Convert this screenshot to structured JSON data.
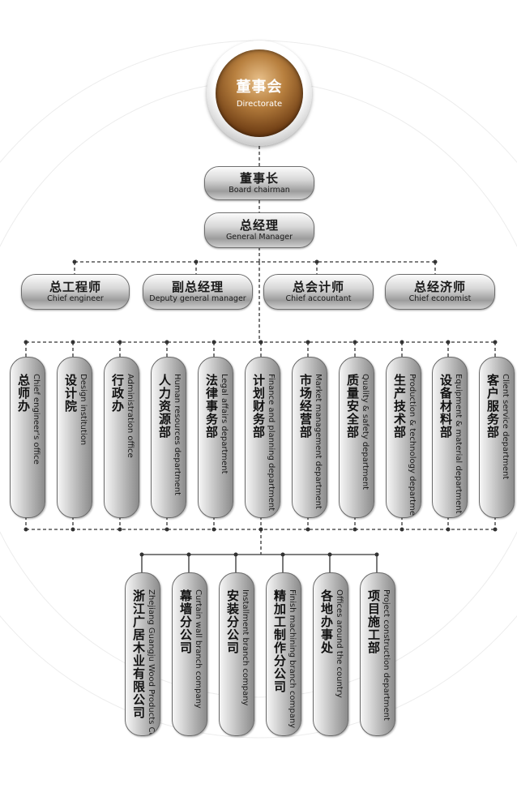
{
  "root": {
    "zh": "董事会",
    "en": "Directorate"
  },
  "chairman": {
    "zh": "董事长",
    "en": "Board chairman"
  },
  "gm": {
    "zh": "总经理",
    "en": "General Manager"
  },
  "executives": [
    {
      "zh": "总工程师",
      "en": "Chief engineer"
    },
    {
      "zh": "副总经理",
      "en": "Deputy general manager"
    },
    {
      "zh": "总会计师",
      "en": "Chief accountant"
    },
    {
      "zh": "总经济师",
      "en": "Chief economist"
    }
  ],
  "departments": [
    {
      "zh": "总师办",
      "en": "Chief engineer's office"
    },
    {
      "zh": "设计院",
      "en": "Design institution"
    },
    {
      "zh": "行政办",
      "en": "Administration office"
    },
    {
      "zh": "人力资源部",
      "en": "Human resources department"
    },
    {
      "zh": "法律事务部",
      "en": "Legal affairs department"
    },
    {
      "zh": "计划财务部",
      "en": "Finance and planning department"
    },
    {
      "zh": "市场经营部",
      "en": "Market management department"
    },
    {
      "zh": "质量安全部",
      "en": "Quality & safety department"
    },
    {
      "zh": "生产技术部",
      "en": "Production & technology department"
    },
    {
      "zh": "设备材料部",
      "en": "Equipment & material department"
    },
    {
      "zh": "客户服务部",
      "en": "Client service department"
    }
  ],
  "branches": [
    {
      "zh": "浙江广居木业有限公司",
      "en": "Zhejiang Guangju Wood Products Co., Ltd."
    },
    {
      "zh": "幕墙分公司",
      "en": "Curtain wall branch company"
    },
    {
      "zh": "安装分公司",
      "en": "Installment branch company"
    },
    {
      "zh": "精加工制作分公司",
      "en": "Finish machining branch company"
    },
    {
      "zh": "各地办事处",
      "en": "Offices around the country"
    },
    {
      "zh": "项目施工部",
      "en": "Project construction department"
    }
  ]
}
